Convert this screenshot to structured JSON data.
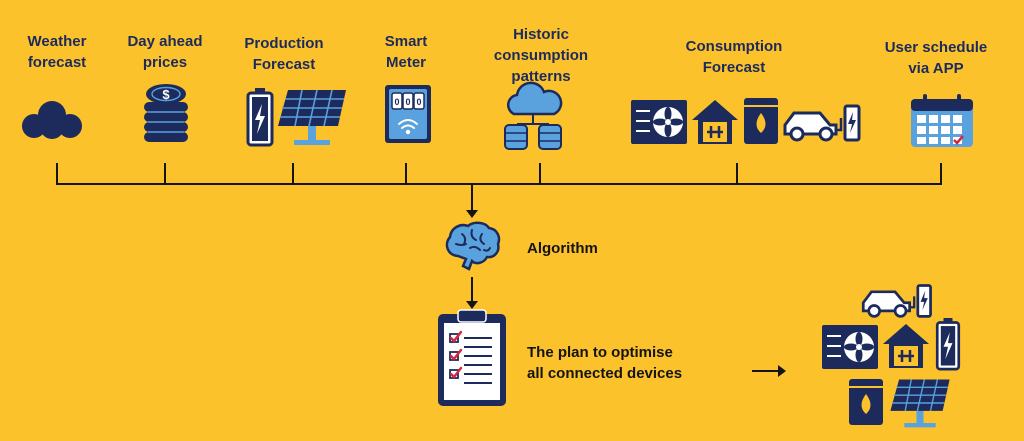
{
  "inputs": {
    "weather": "Weather\nforecast",
    "prices": "Day ahead\nprices",
    "production": "Production\nForecast",
    "meter": "Smart\nMeter",
    "historic": "Historic\nconsumption\npatterns",
    "consumption": "Consumption\nForecast",
    "schedule": "User schedule\nvia APP"
  },
  "algorithm": {
    "label": "Algorithm"
  },
  "plan": {
    "label": "The plan to optimise\nall connected devices"
  },
  "meter_display": [
    "0",
    "0",
    "0"
  ],
  "colors": {
    "background": "#fcc22b",
    "navy": "#1d2b5c",
    "light_blue": "#5aa2de",
    "red": "#d7263d"
  }
}
